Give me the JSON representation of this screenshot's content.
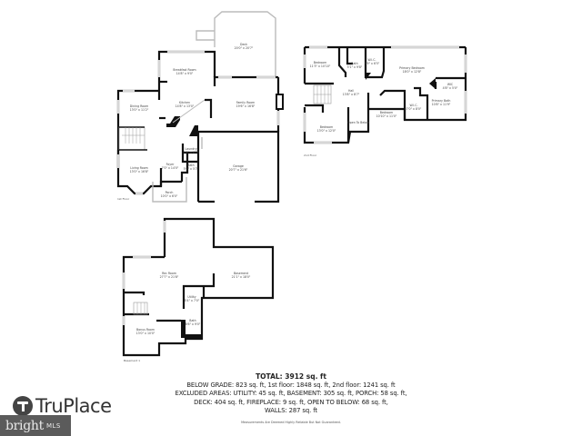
{
  "floors": {
    "first": {
      "label": "1st Floor",
      "rooms": [
        {
          "name": "Deck",
          "dims": "20'0\" x 20'7\""
        },
        {
          "name": "Breakfast Room",
          "dims": "14'8\" x 9'0\""
        },
        {
          "name": "Kitchen",
          "dims": "14'8\" x 13'0\""
        },
        {
          "name": "Family Room",
          "dims": "19'6\" x 16'8\""
        },
        {
          "name": "Dining Room",
          "dims": "13'0\" x 11'2\""
        },
        {
          "name": "Living Room",
          "dims": "13'0\" x 16'8\""
        },
        {
          "name": "Foyer",
          "dims": "7'0\" x 14'0\""
        },
        {
          "name": "Laundry",
          "dims": "5'6\" x 6'0\""
        },
        {
          "name": "Bath",
          "dims": "5'6\" x 5'7\""
        },
        {
          "name": "Garage",
          "dims": "20'7\" x 21'6\""
        },
        {
          "name": "Porch",
          "dims": "10'0\" x 6'0\""
        }
      ]
    },
    "second": {
      "label": "2nd Floor",
      "rooms": [
        {
          "name": "Bedroom",
          "dims": "11'3\" x 10'10\""
        },
        {
          "name": "Bath",
          "dims": "5'1\" x 9'8\""
        },
        {
          "name": "W.I.C.",
          "dims": "5'9\" x 6'5\""
        },
        {
          "name": "Primary Bedroom",
          "dims": "18'0\" x 12'8\""
        },
        {
          "name": "Hall",
          "dims": "13'8\" x 8'7\""
        },
        {
          "name": "WIC",
          "dims": "4'8\" x 5'0\""
        },
        {
          "name": "Primary Bath",
          "dims": "10'8\" x 11'9\""
        },
        {
          "name": "W.I.C.",
          "dims": "7'0\" x 8'0\""
        },
        {
          "name": "Bedroom",
          "dims": "10'10\" x 11'0\""
        },
        {
          "name": "Bedroom",
          "dims": "13'0\" x 12'0\""
        },
        {
          "name": "Open To Below",
          "dims": ""
        }
      ]
    },
    "basement": {
      "label": "Basement 1",
      "rooms": [
        {
          "name": "Rec Room",
          "dims": "27'7\" x 21'8\""
        },
        {
          "name": "Basement",
          "dims": "21'1\" x 18'0\""
        },
        {
          "name": "Utility",
          "dims": "5'4\" x 7'0\""
        },
        {
          "name": "Bath",
          "dims": "8'6\" x 9'0\""
        },
        {
          "name": "Bonus Room",
          "dims": "13'0\" x 10'0\""
        }
      ]
    }
  },
  "summary": {
    "total": "TOTAL: 3912 sq. ft",
    "line1": "BELOW GRADE: 823 sq. ft, 1st floor: 1848 sq. ft, 2nd floor: 1241 sq. ft",
    "line2": "EXCLUDED AREAS: UTILITY: 45 sq. ft, BASEMENT: 305 sq. ft, PORCH: 58 sq. ft,",
    "line3": "DECK: 404 sq. ft, FIREPLACE: 9 sq. ft, OPEN TO BELOW: 68 sq. ft,",
    "line4": "WALLS: 287 sq. ft",
    "disclaimer": "Measurements Are Deemed Highly Reliable But Not Guaranteed."
  },
  "branding": {
    "truplace": "TruPlace",
    "bright": "bright",
    "mls": "MLS"
  }
}
